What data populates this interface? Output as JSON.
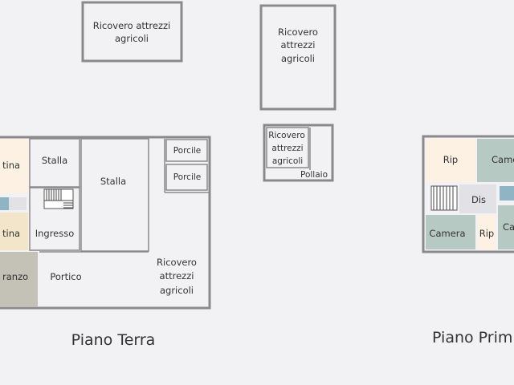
{
  "colors": {
    "background": "#f2f2f5",
    "wall": "#8a8a8a",
    "room_white": "#ffffff",
    "room_peach": "#fdf1e4",
    "room_grey": "#e2e2e6",
    "room_sage": "#b7c9c3",
    "room_olive": "#c4c2b6",
    "room_beige": "#f2e5c9",
    "window_blue": "#8fb4c4"
  },
  "outbuildings": {
    "shed1": {
      "line1": "Ricovero attrezzi",
      "line2": "agricoli"
    },
    "shed2": {
      "line1": "Ricovero",
      "line2": "attrezzi",
      "line3": "agricoli"
    },
    "shed3": {
      "line1": "Ricovero",
      "line2": "attrezzi",
      "line3": "agricoli"
    },
    "pollaio": "Pollaio"
  },
  "ground_floor": {
    "title": "Piano Terra",
    "rooms": {
      "cantina_top": "tina",
      "stalla_small": "Stalla",
      "stalla_big": "Stalla",
      "porcile1": "Porcile",
      "porcile2": "Porcile",
      "cantina_bottom": "tina",
      "ingresso": "Ingresso",
      "pranzo": "ranzo",
      "portico": "Portico",
      "ricovero_line1": "Ricovero",
      "ricovero_line2": "attrezzi",
      "ricovero_line3": "agricoli"
    }
  },
  "first_floor": {
    "title": "Piano Prim",
    "rooms": {
      "rip_top": "Rip",
      "camera_top": "Came",
      "dis": "Dis",
      "camera_bottom": "Camera",
      "rip_small": "Rip",
      "camera_right": "Ca"
    }
  }
}
